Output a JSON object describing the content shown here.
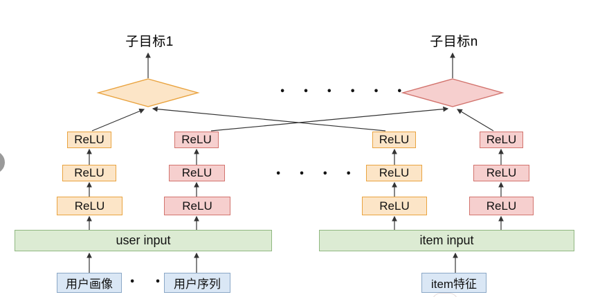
{
  "targets": [
    {
      "label": "子目标1"
    },
    {
      "label": "子目标n"
    }
  ],
  "towers": [
    {
      "name": "user-tower-orange",
      "theme": "orange",
      "layers": [
        "ReLU",
        "ReLU",
        "ReLU"
      ]
    },
    {
      "name": "user-tower-pink",
      "theme": "pink",
      "layers": [
        "ReLU",
        "ReLU",
        "ReLU"
      ]
    },
    {
      "name": "item-tower-orange",
      "theme": "orange",
      "layers": [
        "ReLU",
        "ReLU",
        "ReLU"
      ]
    },
    {
      "name": "item-tower-pink",
      "theme": "pink",
      "layers": [
        "ReLU",
        "ReLU",
        "ReLU"
      ]
    }
  ],
  "inputs": [
    {
      "label": "user input"
    },
    {
      "label": "item input"
    }
  ],
  "features": [
    {
      "label": "用户画像"
    },
    {
      "label": "用户序列"
    },
    {
      "label": "item特征"
    }
  ],
  "ellipsis": {
    "top": "• • • • • •",
    "middle": "• • • • • •",
    "bottom": "• • •"
  },
  "colors": {
    "orange_fill": "#fce5c7",
    "orange_border": "#e9a33f",
    "pink_fill": "#f6cfce",
    "pink_border": "#d2736d",
    "green_fill": "#dcebd3",
    "green_border": "#8fb780",
    "blue_fill": "#dae7f5",
    "blue_border": "#8aa7c6",
    "line": "#333333"
  }
}
